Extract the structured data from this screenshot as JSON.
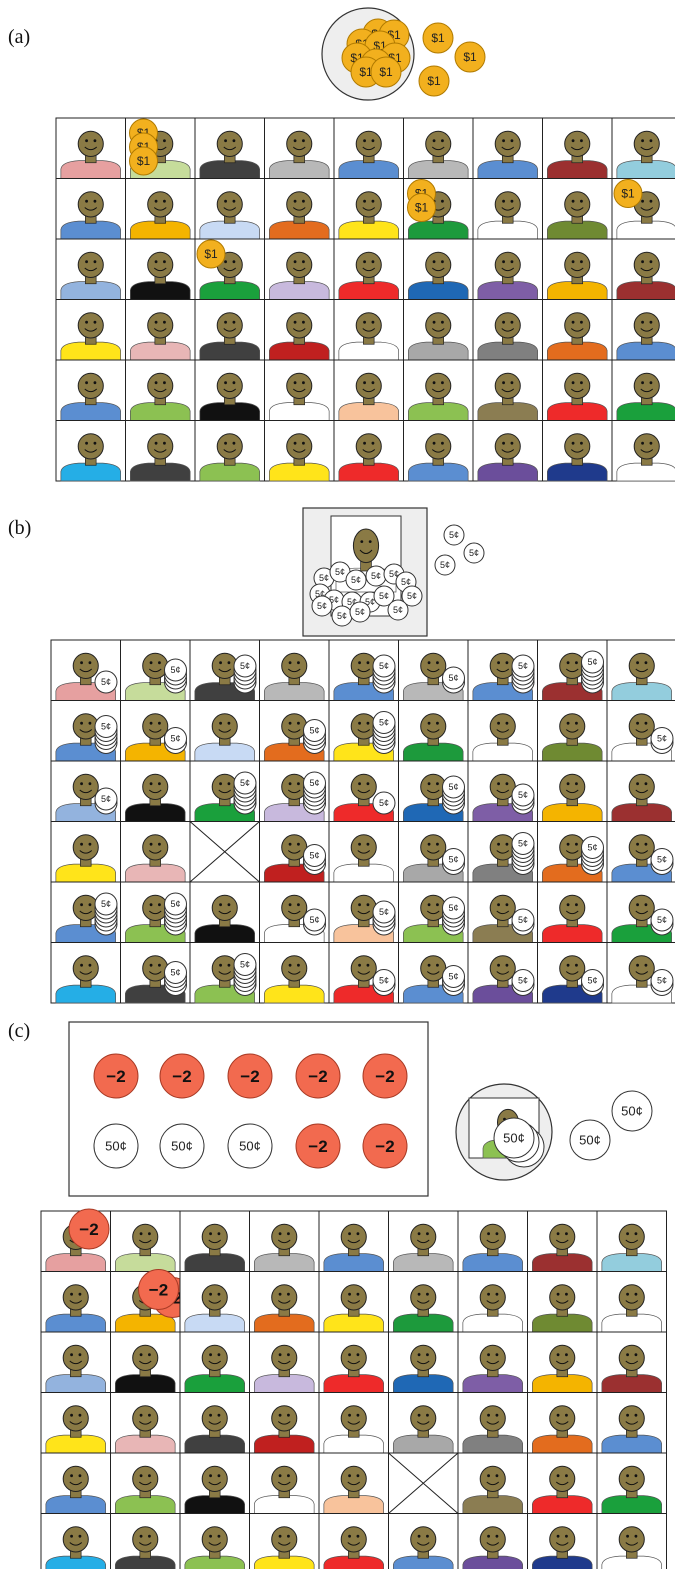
{
  "panels": [
    {
      "id": "a",
      "label": "(a)"
    },
    {
      "id": "b",
      "label": "(b)"
    },
    {
      "id": "c",
      "label": "(c)"
    }
  ],
  "coins": {
    "dollar": "$1",
    "nickel": "5¢",
    "half": "50¢",
    "penalty": "−2"
  },
  "colors": {
    "face": "#8a7a45",
    "gold": "#f2b01e",
    "gold_edge": "#b07a00",
    "penalty_red": "#f26a4f",
    "coin_white": "#ffffff",
    "pot_fill": "#eeeeee",
    "grid_line": "#222222"
  },
  "grid": {
    "rows": 6,
    "cols": 9,
    "shirts": [
      [
        "#e6a0a0",
        "#c6dc9b",
        "#404040",
        "#b8b8b8",
        "#5b8ed1",
        "#b8b8b8",
        "#5b8ed1",
        "#9b3030",
        "#93cddd"
      ],
      [
        "#5b8ed1",
        "#f4b400",
        "#c8daf4",
        "#e36c1e",
        "#ffe41a",
        "#1d9a3c",
        "#ffffff",
        "#6f8a32",
        "#ffffff"
      ],
      [
        "#93b3de",
        "#111111",
        "#1aa03c",
        "#c8b9dd",
        "#ee2a2a",
        "#1f68b5",
        "#7e5ea6",
        "#f4b400",
        "#9b3030"
      ],
      [
        "#ffe41a",
        "#e8b6b6",
        "#404040",
        "#c0201f",
        "#ffffff",
        "#a8a8a8",
        "#808080",
        "#e36c1e",
        "#5b8ed1"
      ],
      [
        "#5b8ed1",
        "#8cc152",
        "#111111",
        "#ffffff",
        "#f8c39c",
        "#8cc152",
        "#8b7d52",
        "#ee2a2a",
        "#1aa03c"
      ],
      [
        "#25aee6",
        "#404040",
        "#8cc152",
        "#ffe41a",
        "#ee2a2a",
        "#5b8ed1",
        "#6b4e9b",
        "#1f3a8c",
        "#ffffff"
      ]
    ]
  },
  "panel_a": {
    "cells_with_coins": [
      [
        0,
        1,
        3
      ],
      [
        1,
        5,
        2
      ],
      [
        1,
        8,
        1
      ],
      [
        2,
        2,
        1
      ]
    ]
  },
  "panel_b": {
    "empty_cell": [
      3,
      2
    ],
    "stacks": [
      [
        1,
        4,
        5,
        0,
        5,
        2,
        5,
        6,
        0
      ],
      [
        5,
        2,
        0,
        4,
        6,
        0,
        0,
        0,
        2
      ],
      [
        2,
        0,
        6,
        6,
        1,
        5,
        3,
        0,
        0
      ],
      [
        0,
        0,
        0,
        3,
        0,
        2,
        6,
        5,
        2
      ],
      [
        6,
        6,
        0,
        2,
        4,
        5,
        2,
        0,
        2
      ],
      [
        0,
        4,
        6,
        0,
        2,
        3,
        2,
        2,
        2
      ]
    ]
  },
  "panel_c": {
    "empty_cell": [
      4,
      5
    ],
    "penalty_cells": [
      [
        0,
        0,
        1
      ],
      [
        1,
        1,
        2
      ]
    ],
    "box_tokens": [
      "−2",
      "−2",
      "−2",
      "−2",
      "−2",
      "50¢",
      "50¢",
      "50¢",
      "−2",
      "−2"
    ]
  }
}
